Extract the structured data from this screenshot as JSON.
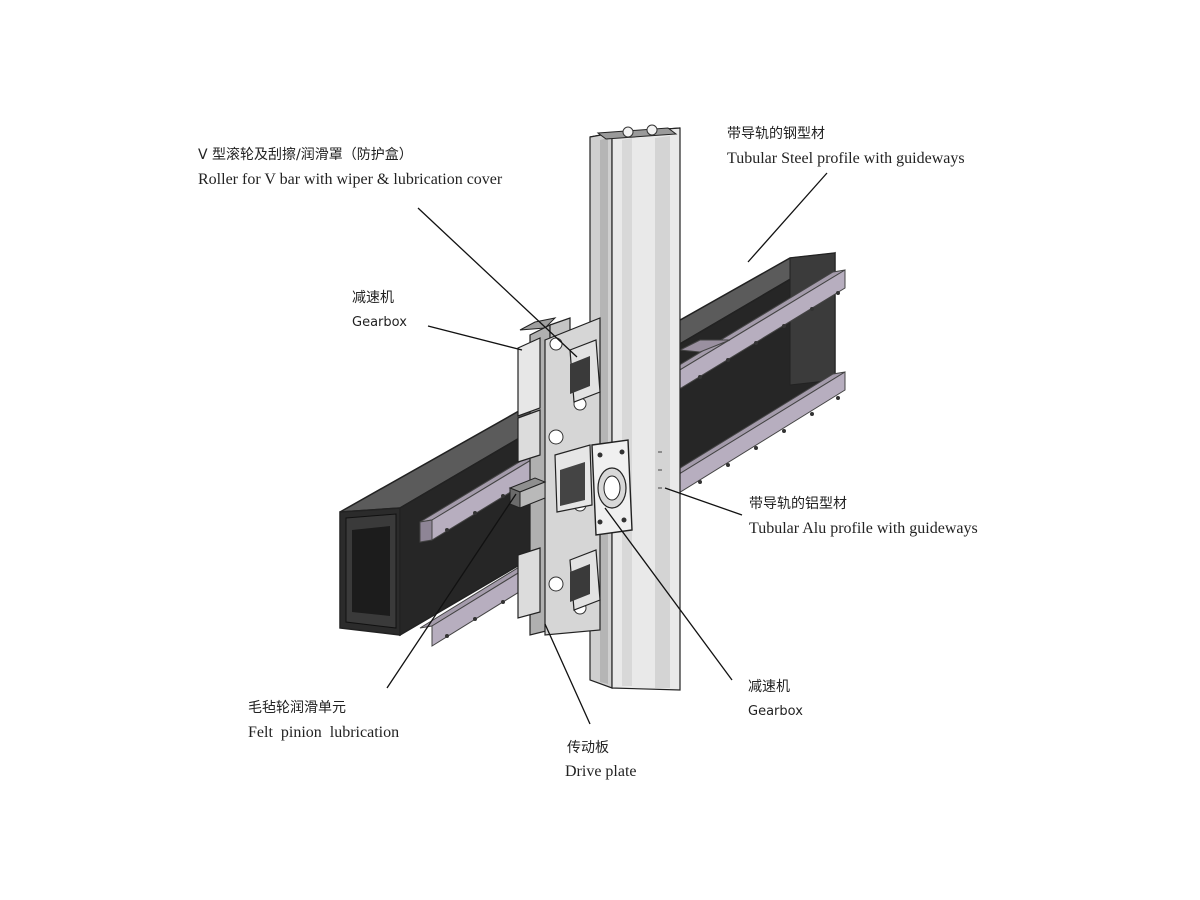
{
  "labels": {
    "roller": {
      "zh": "V 型滚轮及刮擦/润滑罩（防护盒）",
      "en": "Roller for V bar with wiper & lubrication cover"
    },
    "steel_profile": {
      "zh": "带导轨的钢型材",
      "en": "Tubular Steel profile with guideways"
    },
    "gearbox_left": {
      "zh": "减速机",
      "en": "Gearbox"
    },
    "alu_profile": {
      "zh": "带导轨的铝型材",
      "en": "Tubular Alu profile with guideways"
    },
    "gearbox_right": {
      "zh": "减速机",
      "en": "Gearbox"
    },
    "felt": {
      "zh": "毛毡轮润滑单元",
      "en": "Felt  pinion  lubrication"
    },
    "drive_plate": {
      "zh": "传动板",
      "en": "Drive plate"
    }
  },
  "colors": {
    "line": "#111111",
    "steel_dark": "#2b2b2b",
    "steel_mid": "#555555",
    "alu_light": "#e6e6e6",
    "alu_mid": "#c9c9c9",
    "guide_rail": "#9a90a0"
  }
}
